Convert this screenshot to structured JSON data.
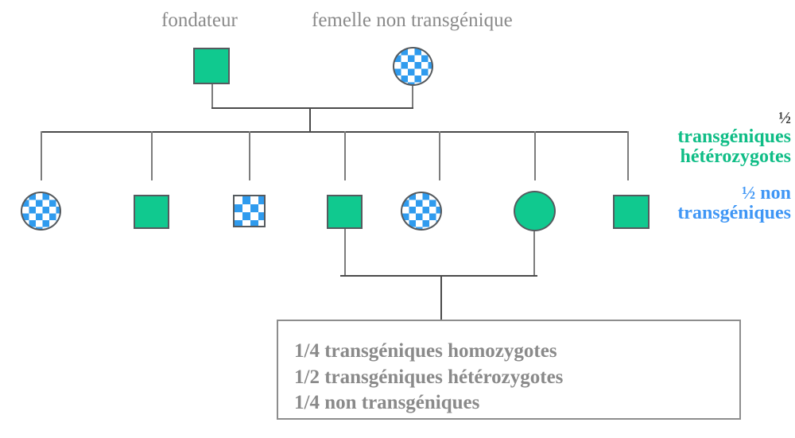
{
  "diagram": {
    "title_founder": "fondateur",
    "title_female": "femelle non transgénique",
    "generation1": [
      {
        "name": "founder-male",
        "shape": "square",
        "fill": "green"
      },
      {
        "name": "non-transgenic-female",
        "shape": "circle",
        "fill": "checker"
      }
    ],
    "generation2": [
      {
        "index": 1,
        "shape": "circle",
        "fill": "checker"
      },
      {
        "index": 2,
        "shape": "square",
        "fill": "green"
      },
      {
        "index": 3,
        "shape": "square",
        "fill": "checker"
      },
      {
        "index": 4,
        "shape": "square",
        "fill": "green"
      },
      {
        "index": 5,
        "shape": "circle",
        "fill": "checker"
      },
      {
        "index": 6,
        "shape": "circle",
        "fill": "green"
      },
      {
        "index": 7,
        "shape": "square",
        "fill": "green"
      }
    ],
    "legend": {
      "heterozygous_fraction": "½",
      "heterozygous_line1": "transgéniques",
      "heterozygous_line2": "hétérozygotes",
      "non_transgenic_fraction": "½",
      "non_transgenic_line1": "non",
      "non_transgenic_line2": "transgéniques"
    },
    "outcome": {
      "line1": "1/4 transgéniques homozygotes",
      "line2": "1/2 transgéniques hétérozygotes",
      "line3": "1/4 non transgéniques"
    },
    "colors": {
      "transgenic_green": "#10c98f",
      "non_transgenic_blue": "#2f9bee",
      "legend_green_text": "#0fbd86",
      "legend_blue_text": "#3f96f5",
      "label_grey": "#8a8a8a",
      "line_grey": "#4a4a4a"
    }
  }
}
